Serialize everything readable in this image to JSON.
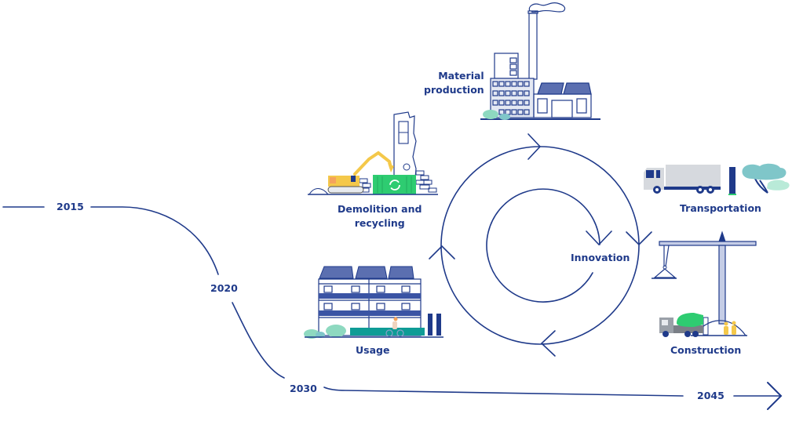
{
  "colors": {
    "primary": "#1f3a8a",
    "teal": "#0f9c96",
    "mint": "#8ed9c0",
    "green": "#2ecc71",
    "yellow": "#f4c84a",
    "orange": "#f5a35c",
    "grey": "#cfd3d8",
    "dark_grey": "#7a7f87"
  },
  "timeline": {
    "years": [
      "2015",
      "2020",
      "2030",
      "2045"
    ],
    "icons": [
      "arrow-right-icon"
    ]
  },
  "cycle": {
    "center_label": "Innovation",
    "stages": [
      {
        "id": "material-production",
        "label_lines": [
          "Material",
          "production"
        ],
        "icon": "factory-icon"
      },
      {
        "id": "transportation",
        "label_lines": [
          "Transportation"
        ],
        "icon": "truck-icon"
      },
      {
        "id": "construction",
        "label_lines": [
          "Construction"
        ],
        "icon": "crane-icon"
      },
      {
        "id": "usage",
        "label_lines": [
          "Usage"
        ],
        "icon": "residential-building-icon"
      },
      {
        "id": "demolition-recycling",
        "label_lines": [
          "Demolition and",
          "recycling"
        ],
        "icon": "excavator-icon"
      }
    ]
  }
}
